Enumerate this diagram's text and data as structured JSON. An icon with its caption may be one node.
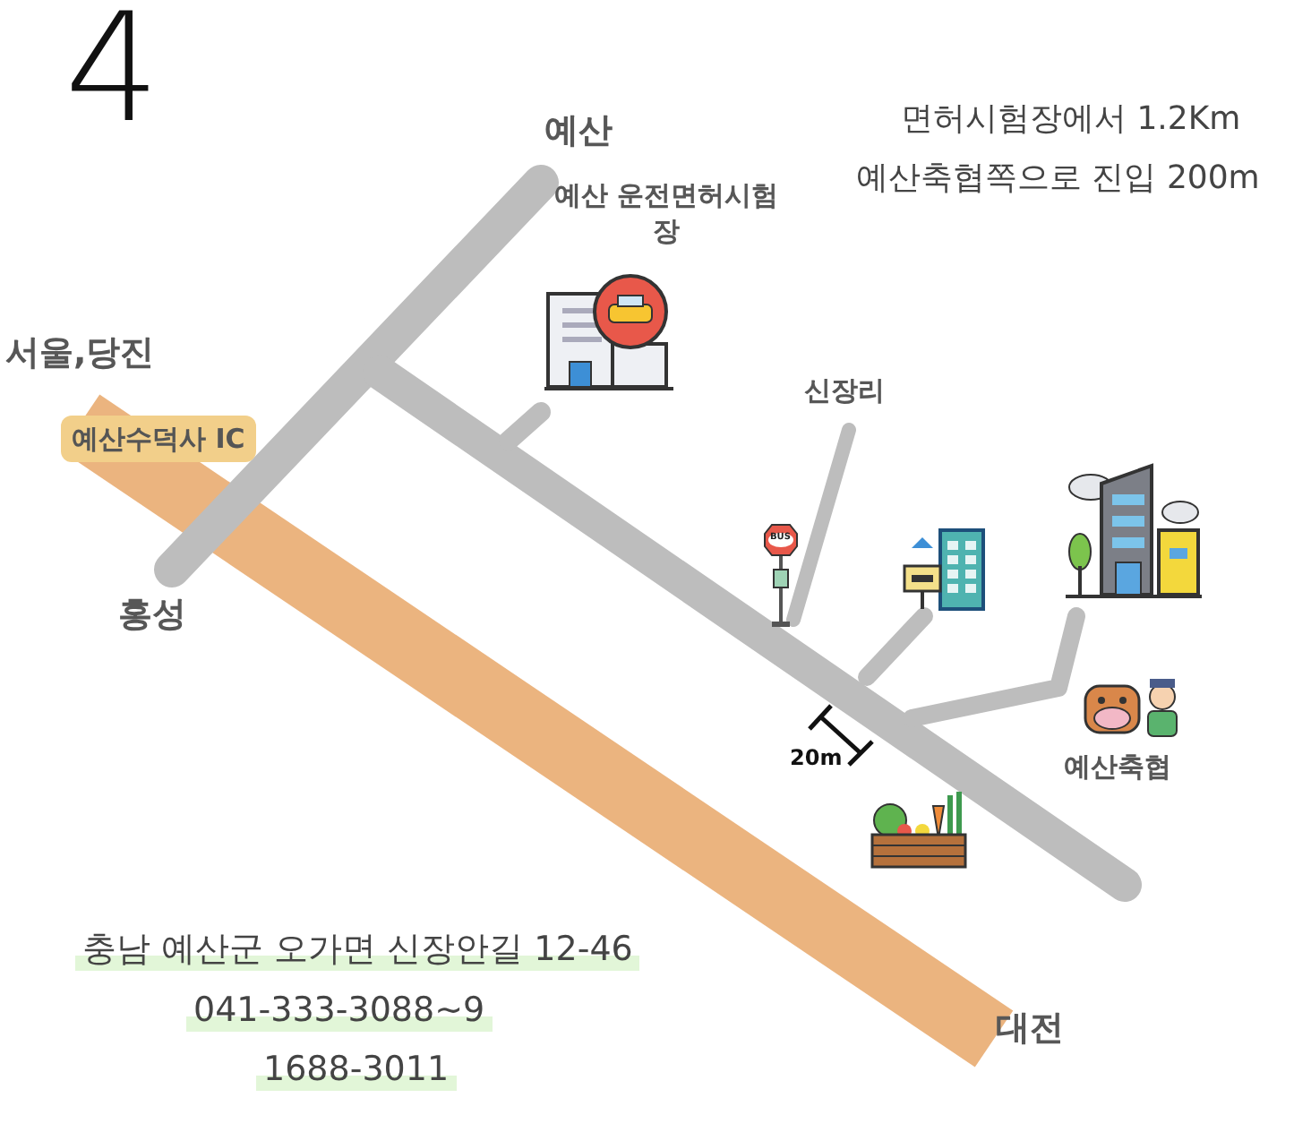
{
  "diagram": {
    "labels": [
      "4",
      "예산",
      "면허시험장에서 1.2Km",
      "예산축협쪽으로 진입 200m",
      "예산 운전면허시험장",
      "서울,당진",
      "신장리",
      "예산수덕사 IC",
      "BUS",
      "홍성",
      "20m",
      "예산축협",
      "충남 예산군 오가면 신장안길 12-46",
      "041-333-3088~9",
      "1688-3011",
      "대전"
    ]
  }
}
